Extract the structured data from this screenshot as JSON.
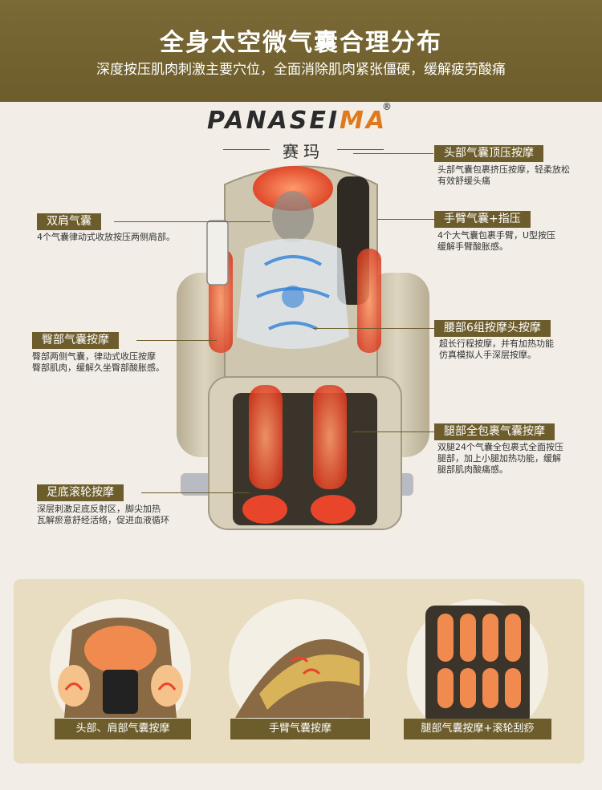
{
  "header": {
    "title": "全身太空微气囊合理分布",
    "subtitle": "深度按压肌肉刺激主要穴位，全面消除肌肉紧张僵硬，缓解疲劳酸痛"
  },
  "brand": {
    "name_prefix": "PANASEI",
    "name_accent": "MA",
    "registered": "®",
    "chinese": "赛玛"
  },
  "features": {
    "head": {
      "label": "头部气囊顶压按摩",
      "desc1": "头部气囊包裹挤压按摩，轻柔放松",
      "desc2": "有效舒缓头痛"
    },
    "shoulder": {
      "label": "双肩气囊",
      "desc1": "4个气囊律动式收放按压两侧肩部。"
    },
    "arm": {
      "label": "手臂气囊+指压",
      "desc1": "4个大气囊包裹手臂，U型按压",
      "desc2": "缓解手臂酸胀感。"
    },
    "hip": {
      "label": "臀部气囊按摩",
      "desc1": "臀部两侧气囊，律动式收压按摩",
      "desc2": "臀部肌肉，缓解久坐臀部酸胀感。"
    },
    "waist": {
      "label": "腰部6组按摩头按摩",
      "desc1": "超长行程按摩，并有加热功能",
      "desc2": "仿真模拟人手深层按摩。"
    },
    "leg": {
      "label": "腿部全包裹气囊按摩",
      "desc1": "双腿24个气囊全包裹式全面按压",
      "desc2": "腿部，加上小腿加热功能，缓解",
      "desc3": "腿部肌肉酸痛感。"
    },
    "foot": {
      "label": "足底滚轮按摩",
      "desc1": "深层刺激足底反射区，脚尖加热",
      "desc2": "瓦解瘀意舒经活络，促进血液循环"
    }
  },
  "details": [
    {
      "label": "头部、肩部气囊按摩"
    },
    {
      "label": "手臂气囊按摩"
    },
    {
      "label": "腿部气囊按摩+滚轮刮痧"
    }
  ],
  "colors": {
    "band": "#6d5d2c",
    "accent": "#e0791a",
    "airbag_red": "#e8452a",
    "flow_blue": "#2f7fd8",
    "chair": "#c9bfa6",
    "panel": "#e8dcc1"
  }
}
